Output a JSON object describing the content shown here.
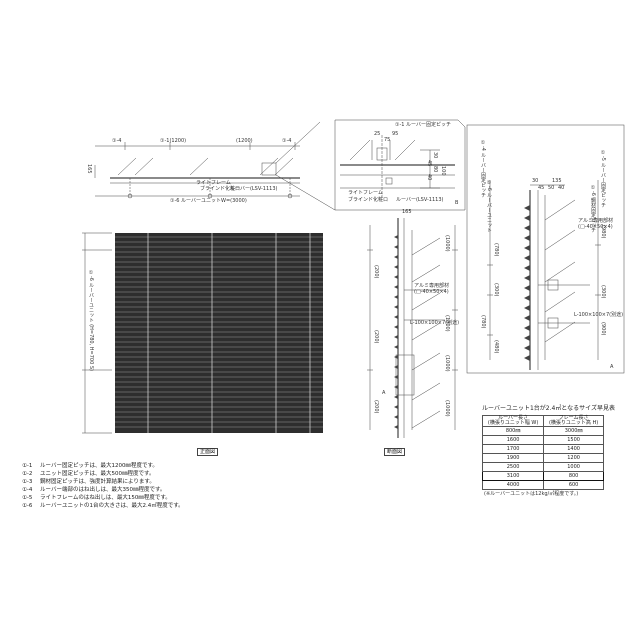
{
  "plan": {
    "p4_left": "①-4",
    "p1": "①-1(1200)",
    "p1b": "(1200)",
    "p4_right": "①-4",
    "height_165": "165",
    "light_frame": "ライトフレーム",
    "blind_wrap": "ブラインド化粧ロ",
    "louver_label": "ルーバー(LSV-1113)",
    "total_width": "①-6 ルーバーユニットW=(3000)"
  },
  "detail_top": {
    "title": "①-1 ルーバー固定ピッチ",
    "d25": "25",
    "d75": "75",
    "d95": "95",
    "d30": "30",
    "d45": "45",
    "d80": "80",
    "d40": "40",
    "d100": "100",
    "light_frame": "ライトフレーム",
    "blind_wrap": "ブラインド化粧ロ",
    "louver_label": "ルーバー(LSV-1113)",
    "mark_b": "B"
  },
  "elevation": {
    "caption": "正面図",
    "left_label": "①-6 ルーバーユニット (H=780, H=700 S)"
  },
  "section": {
    "caption": "断面図",
    "top_dim": "165",
    "dims": [
      "(1000)",
      "(1000)",
      "(1000)",
      "(1000)"
    ],
    "inner_dims": [
      "(200)",
      "(200)",
      "(200)"
    ],
    "al_member": "アルミ専用部材",
    "al_spec": "(□-40×50×4)",
    "angle_spec": "L-100×100×7(別途)",
    "mark_a": "A"
  },
  "detail_right": {
    "left_label1": "①-4 ルーバー固定ピッチ",
    "left_label2": "①-6 ルーバーユニット",
    "right_label1": "①-5 ルーバー固定ピッチ",
    "right_label2": "①-6 鋼材固定ピッチ",
    "dim_30": "30",
    "dim_135": "135",
    "dim_45": "45",
    "dim_50": "50",
    "dim_40": "40",
    "left_dims": [
      "(780)",
      "(300)",
      "(780)",
      "(480)"
    ],
    "right_dims": [
      "(980)",
      "(300)",
      "(900)"
    ],
    "al_member": "アルミ専用部材",
    "al_spec": "(□-40×50×4)",
    "angle_spec": "L-100×100×7(別途)",
    "mark_a": "A"
  },
  "spec_table": {
    "title": "ルーバーユニット1台が2.4㎡となるサイズ早見表",
    "header_left": "ルーバー長さ",
    "header_left_sub": "(横張りユニット幅 W)",
    "header_right": "フレーム長さ",
    "header_right_sub": "(横張りユニット高 H)",
    "rows": [
      [
        "800㎜",
        "3000㎜"
      ],
      [
        "1600",
        "1500"
      ],
      [
        "1700",
        "1400"
      ],
      [
        "1900",
        "1200"
      ],
      [
        "2500",
        "1000"
      ],
      [
        "3100",
        "800"
      ],
      [
        "4000",
        "600"
      ]
    ],
    "highlight_row": 5,
    "footnote": "(※ルーバーユニットは12kg/㎡程度です。)"
  },
  "notes": [
    [
      "①-1",
      "ルーバー固定ピッチは、最大1200㎜程度です。"
    ],
    [
      "①-2",
      "ユニット固定ピッチは、最大500㎜程度です。"
    ],
    [
      "①-3",
      "鋼材固定ピッチは、強度計算結果によります。"
    ],
    [
      "①-4",
      "ルーバー端部のはね出しは、最大350㎜程度です。"
    ],
    [
      "①-5",
      "ライトフレームのはね出しは、最大150㎜程度です。"
    ],
    [
      "①-6",
      "ルーバーユニットの1台の大きさは、最大2.4㎡程度です。"
    ]
  ]
}
